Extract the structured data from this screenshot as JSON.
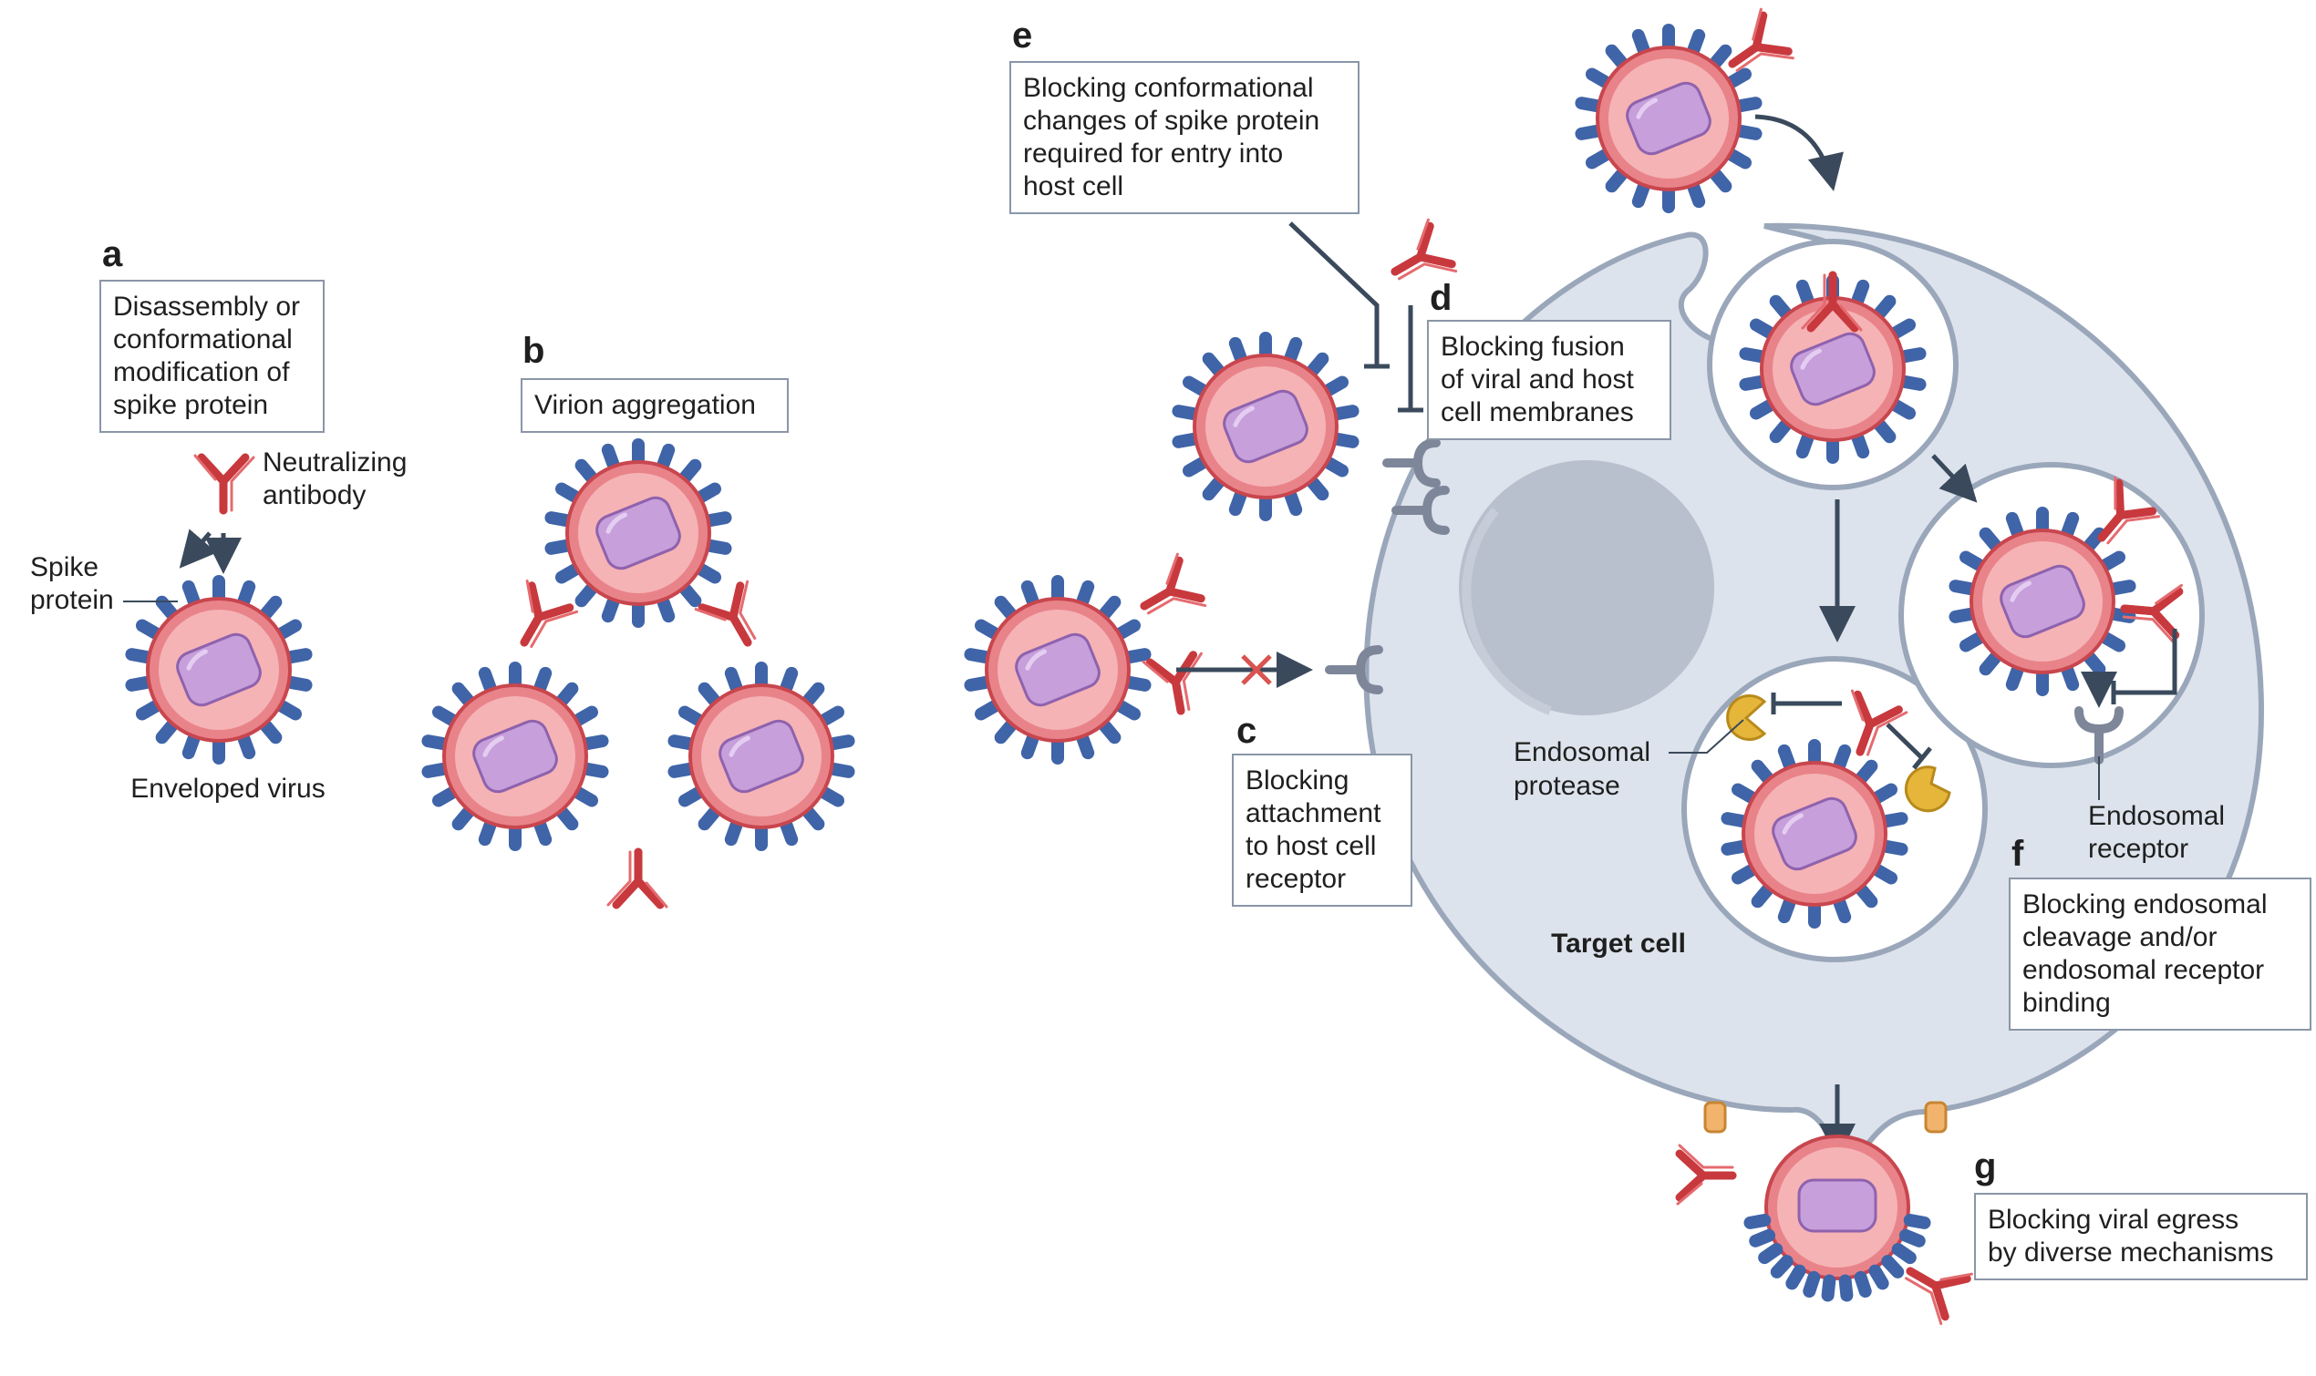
{
  "colors": {
    "envelope": "#e9838a",
    "envelope_inner": "#f5b3b5",
    "capsid": "#c79fdb",
    "spike": "#3f64a8",
    "antibody": "#c8393e",
    "receptor": "#7e8799",
    "cell_fill": "#dde3ec",
    "cell_outline": "#9aa7ba",
    "nucleus": "#b8c0cd",
    "protease": "#e5b63a",
    "arrow": "#3a4a5c",
    "inhibit_x": "#d9534f",
    "label_box_border": "#8a96a8"
  },
  "panels": {
    "a": {
      "letter": "a",
      "box_lines": [
        "Disassembly or",
        "conformational",
        "modification of",
        "spike protein"
      ],
      "antibody_lines": [
        "Neutralizing",
        "antibody"
      ],
      "spike_lines": [
        "Spike",
        "protein"
      ],
      "virus_label": "Enveloped virus"
    },
    "b": {
      "letter": "b",
      "box_lines": [
        "Virion aggregation"
      ]
    },
    "c": {
      "letter": "c",
      "box_lines": [
        "Blocking",
        "attachment",
        "to host cell",
        "receptor"
      ]
    },
    "d": {
      "letter": "d",
      "box_lines": [
        "Blocking fusion",
        "of viral and host",
        "cell membranes"
      ]
    },
    "e": {
      "letter": "e",
      "box_lines": [
        "Blocking conformational",
        "changes of spike protein",
        "required for entry into",
        "host cell"
      ]
    },
    "f": {
      "letter": "f",
      "box_lines": [
        "Blocking endosomal",
        "cleavage and/or",
        "endosomal receptor",
        "binding"
      ],
      "protease_lines": [
        "Endosomal",
        "protease"
      ],
      "receptor_lines": [
        "Endosomal",
        "receptor"
      ]
    },
    "g": {
      "letter": "g",
      "box_lines": [
        "Blocking viral egress",
        "by diverse mechanisms"
      ]
    }
  },
  "cell_label": "Target cell"
}
